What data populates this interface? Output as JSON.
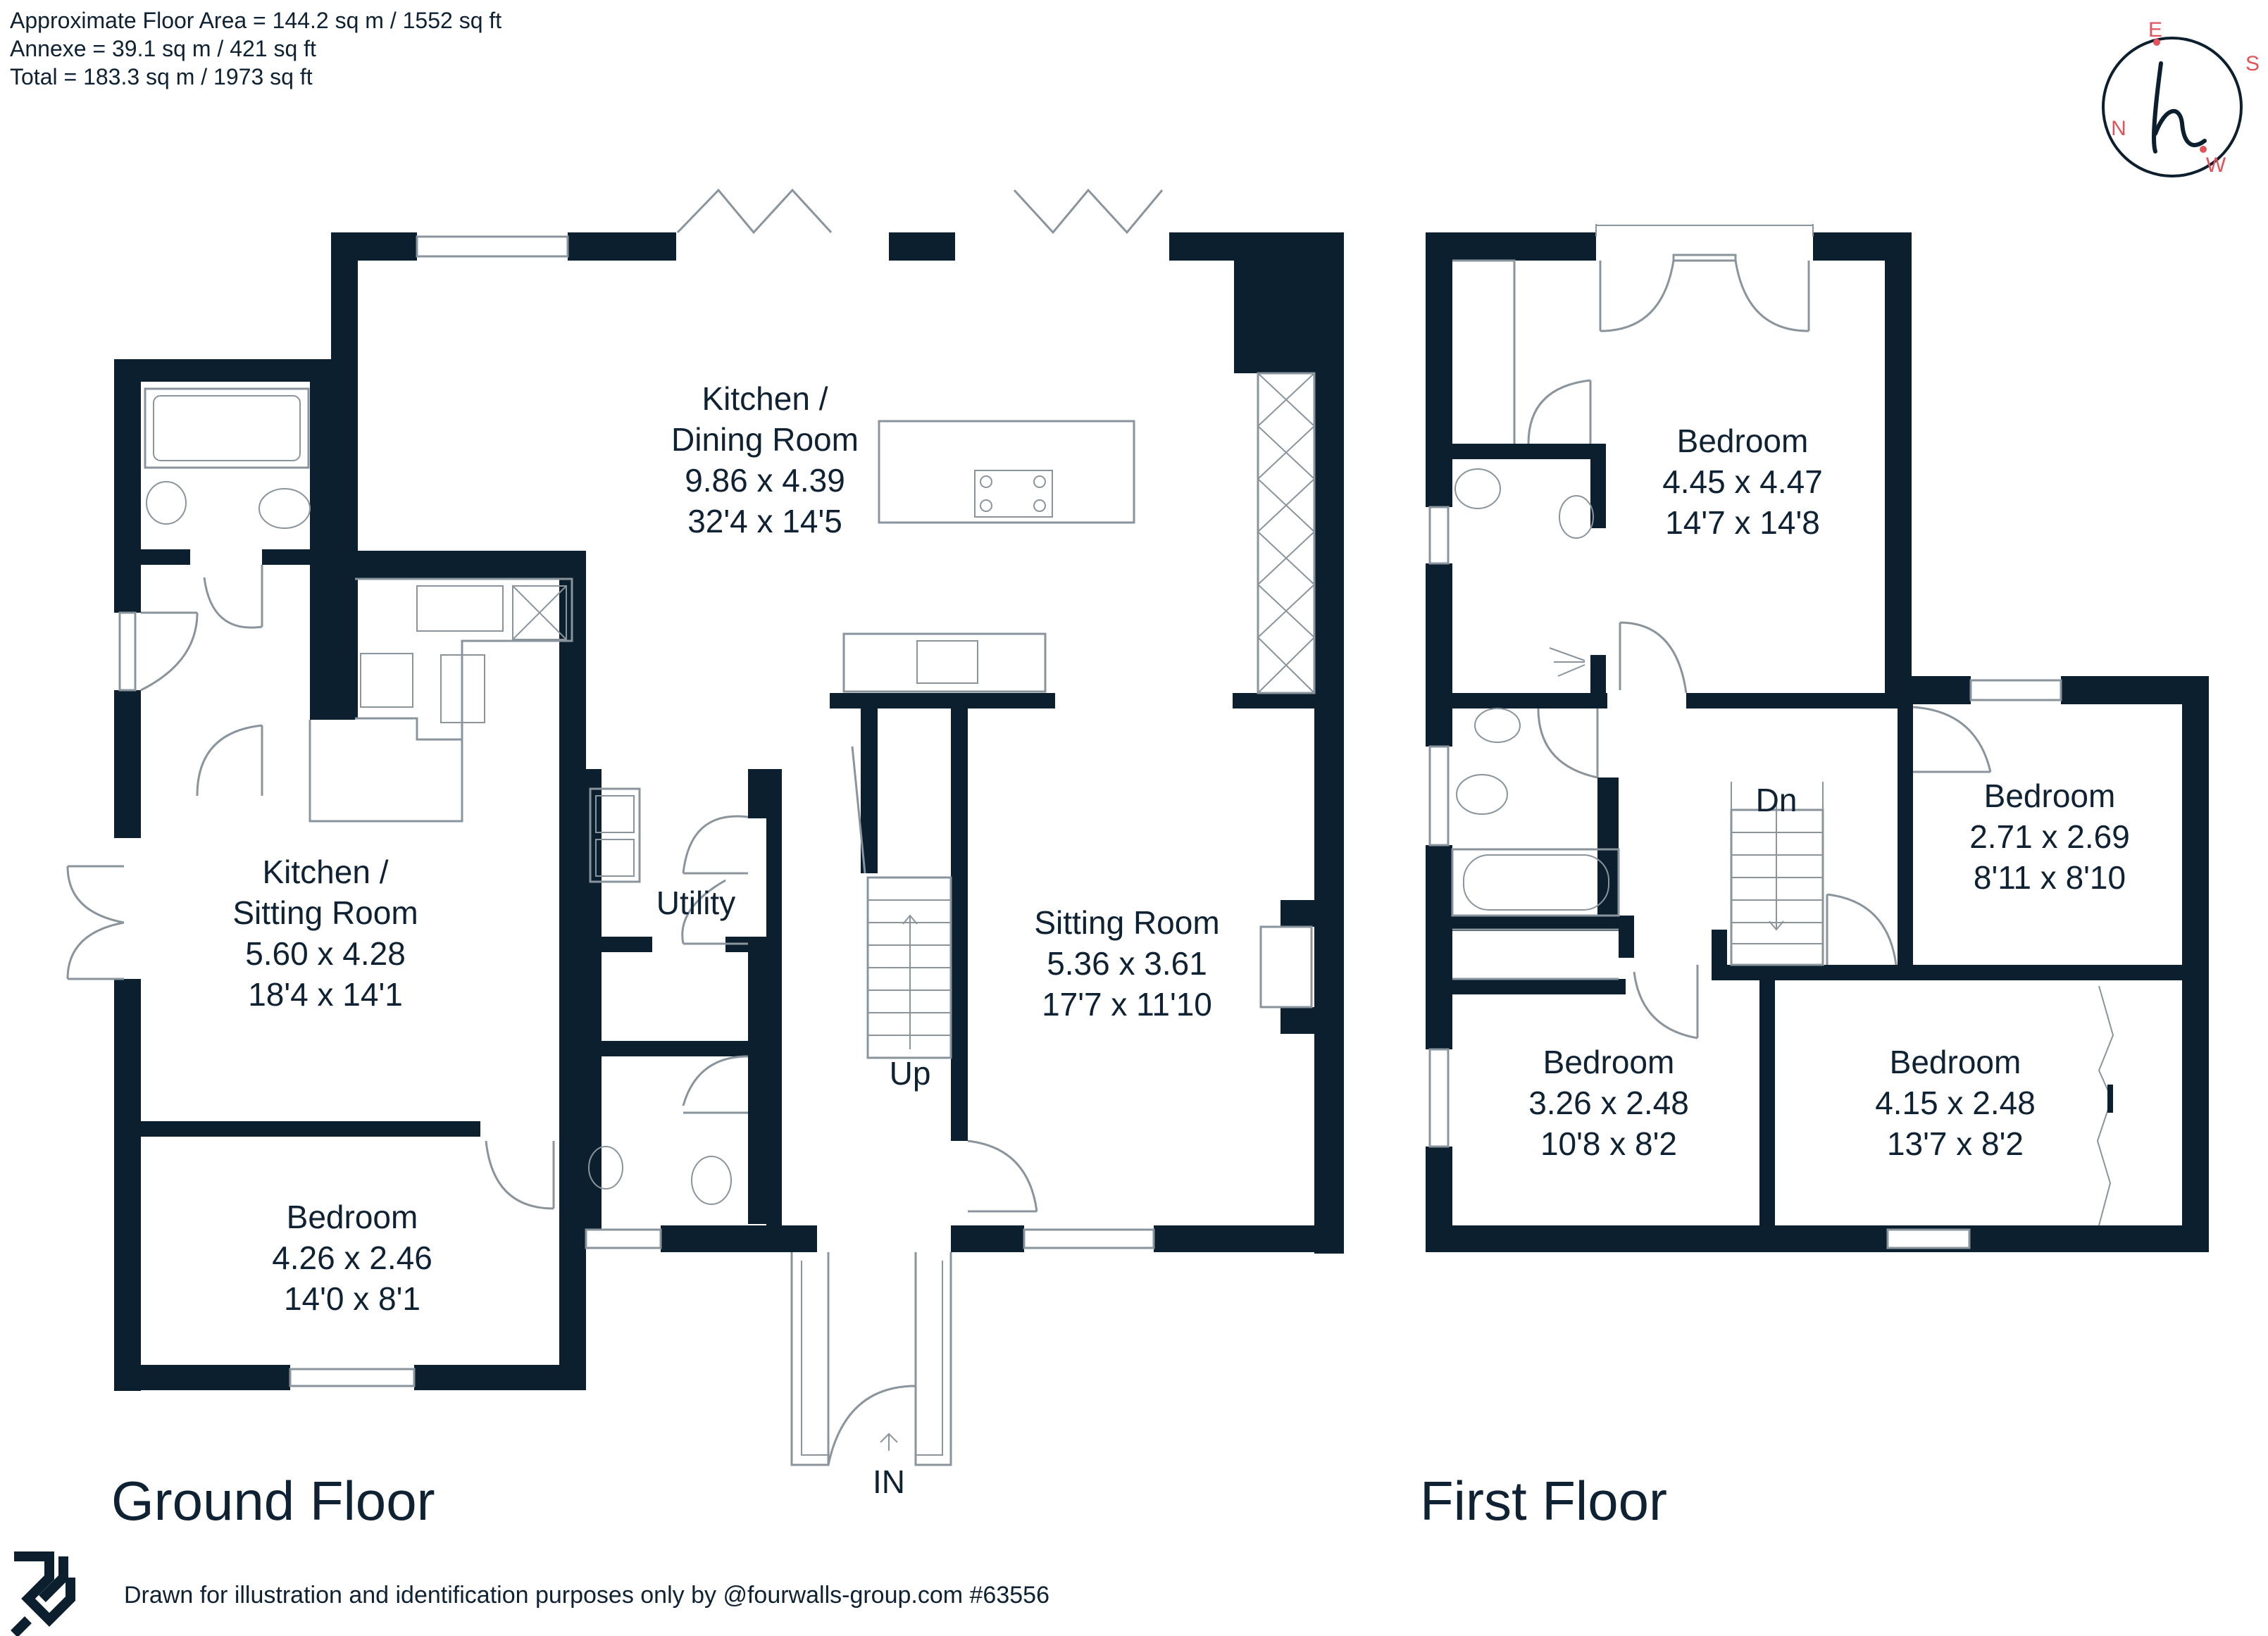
{
  "areas": {
    "floor_area": "Approximate Floor Area = 144.2 sq m / 1552 sq ft",
    "annexe": "Annexe = 39.1 sq m / 421 sq ft",
    "total": "Total = 183.3 sq m / 1973 sq ft"
  },
  "compass": {
    "north": "N",
    "east": "E",
    "south": "S",
    "west": "W",
    "logo_letter": "h"
  },
  "ground_floor": {
    "title": "Ground Floor",
    "kitchen_dining": [
      "Kitchen /",
      "Dining Room",
      "9.86 x 4.39",
      "32'4 x 14'5"
    ],
    "kitchen_sitting": [
      "Kitchen /",
      "Sitting Room",
      "5.60 x 4.28",
      "18'4 x 14'1"
    ],
    "bedroom": [
      "Bedroom",
      "4.26 x 2.46",
      "14'0 x 8'1"
    ],
    "sitting_room": [
      "Sitting Room",
      "5.36 x 3.61",
      "17'7 x 11'10"
    ],
    "utility": "Utility",
    "stairs_up": "Up",
    "entrance": "IN"
  },
  "first_floor": {
    "title": "First Floor",
    "bedroom_main": [
      "Bedroom",
      "4.45 x 4.47",
      "14'7 x 14'8"
    ],
    "bedroom_2": [
      "Bedroom",
      "2.71 x 2.69",
      "8'11 x 8'10"
    ],
    "bedroom_3": [
      "Bedroom",
      "3.26 x 2.48",
      "10'8 x 8'2"
    ],
    "bedroom_4": [
      "Bedroom",
      "4.15 x 2.48",
      "13'7 x 8'2"
    ],
    "stairs_down": "Dn"
  },
  "footer": "Drawn for illustration and identification purposes only by @fourwalls-group.com #63556",
  "colors": {
    "wall": "#0b1f2e",
    "fixture": "#8a949c",
    "accent": "#e2545a"
  }
}
